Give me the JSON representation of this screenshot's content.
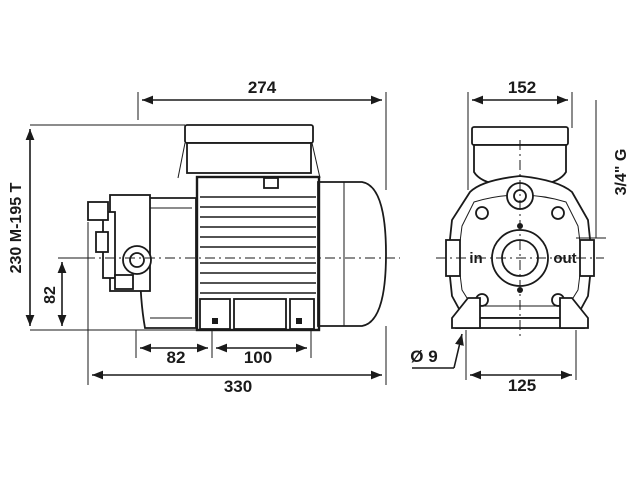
{
  "dimensions": {
    "side_length_upper": "274",
    "side_height": "230 M-195 T",
    "side_axis_height": "82",
    "side_base_left": "82",
    "side_base_right": "100",
    "side_length_total": "330",
    "front_width": "152",
    "front_port_thread": "3/4\" G",
    "front_hole": "Ø 9",
    "front_foot_spacing": "125"
  },
  "ports": {
    "inlet": "in",
    "outlet": "out"
  },
  "colors": {
    "ink": "#1a1a1a",
    "paper": "#ffffff"
  }
}
